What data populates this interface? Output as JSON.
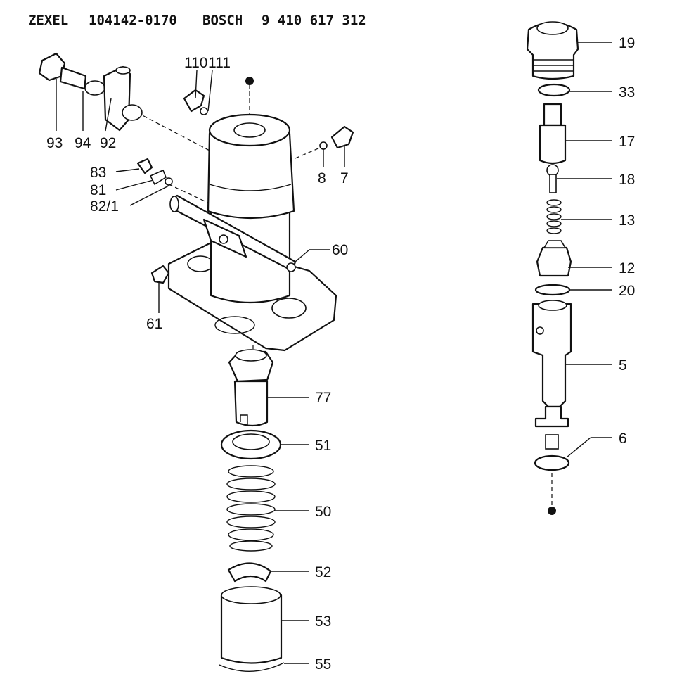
{
  "header": {
    "maker1": "ZEXEL",
    "part1": "104142-0170",
    "maker2": "BOSCH",
    "part2": "9 410 617 312"
  },
  "callouts": {
    "c93": "93",
    "c94": "94",
    "c92": "92",
    "c110": "110",
    "c111": "111",
    "c8": "8",
    "c7": "7",
    "c83": "83",
    "c81": "81",
    "c82": "82/1",
    "c60": "60",
    "c61": "61",
    "c77": "77",
    "c51": "51",
    "c50": "50",
    "c52": "52",
    "c53": "53",
    "c55": "55",
    "c19": "19",
    "c33": "33",
    "c17": "17",
    "c18": "18",
    "c13": "13",
    "c12": "12",
    "c20": "20",
    "c5": "5",
    "c6": "6"
  }
}
